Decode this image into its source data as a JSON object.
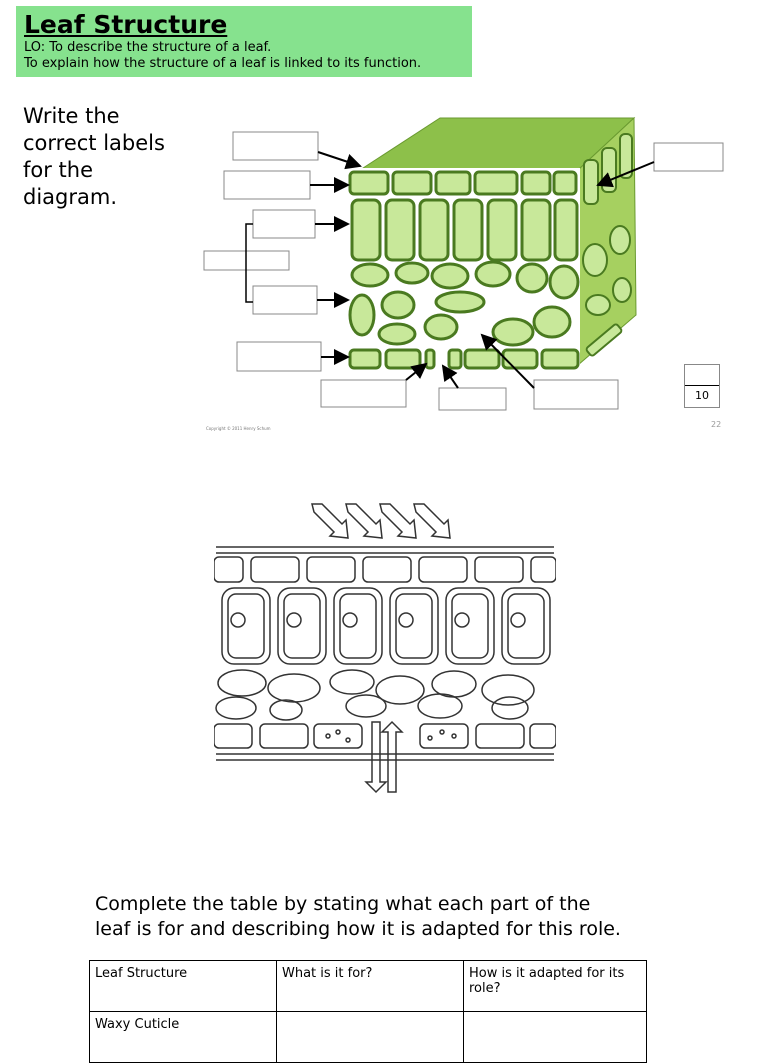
{
  "header": {
    "title": "Leaf Structure",
    "lo_line1": "LO: To describe the structure of a leaf.",
    "lo_line2": "To explain how the structure of a leaf is linked to its function."
  },
  "instruction": "Write the correct labels for the diagram.",
  "diagram1": {
    "score": "10",
    "copyright": "Copyright © 2011 Henry Schum",
    "page_number": "22"
  },
  "task": "Complete the table by stating what each part of the leaf is for and describing how it is adapted for this role.",
  "table": {
    "headers": [
      "Leaf Structure",
      "What is it for?",
      "How is it adapted for its role?"
    ],
    "rows": [
      [
        "Waxy Cuticle",
        "",
        ""
      ]
    ]
  },
  "colors": {
    "title_bg": "#86e28e",
    "leaf_green": "#8dc04a",
    "cell_fill": "#c8e89a"
  }
}
